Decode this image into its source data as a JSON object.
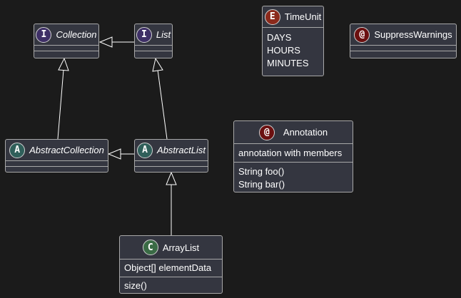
{
  "classes": {
    "collection": {
      "stereo": "I",
      "name": "Collection",
      "kind": "interface"
    },
    "list": {
      "stereo": "I",
      "name": "List",
      "kind": "interface"
    },
    "abstract_collection": {
      "stereo": "A",
      "name": "AbstractCollection",
      "kind": "abstract"
    },
    "abstract_list": {
      "stereo": "A",
      "name": "AbstractList",
      "kind": "abstract"
    },
    "array_list": {
      "stereo": "C",
      "name": "ArrayList",
      "kind": "class",
      "fields": [
        "Object[] elementData"
      ],
      "methods": [
        "size()"
      ]
    },
    "time_unit": {
      "stereo": "E",
      "name": "TimeUnit",
      "kind": "enum",
      "values": [
        "DAYS",
        "HOURS",
        "MINUTES"
      ]
    },
    "suppress_warnings": {
      "stereo": "@",
      "name": "SuppressWarnings",
      "kind": "annotation"
    },
    "annotation": {
      "stereo": "@",
      "name": "Annotation",
      "kind": "annotation",
      "fields": [
        "annotation with members"
      ],
      "methods": [
        "String foo()",
        "String bar()"
      ]
    }
  },
  "relations": [
    {
      "from": "List",
      "to": "Collection",
      "type": "extends"
    },
    {
      "from": "AbstractCollection",
      "to": "Collection",
      "type": "implements"
    },
    {
      "from": "AbstractList",
      "to": "List",
      "type": "implements"
    },
    {
      "from": "AbstractList",
      "to": "AbstractCollection",
      "type": "extends"
    },
    {
      "from": "ArrayList",
      "to": "AbstractList",
      "type": "extends"
    }
  ],
  "colors": {
    "background": "#1b1b1b",
    "box_fill": "#343640",
    "box_border": "#a8a8a8",
    "line": "#ffffff",
    "interface_badge": "#3e2f66",
    "abstract_badge": "#2f5f5a",
    "class_badge": "#3a6b45",
    "enum_badge": "#8b2a1c",
    "annotation_badge": "#6b1010"
  }
}
